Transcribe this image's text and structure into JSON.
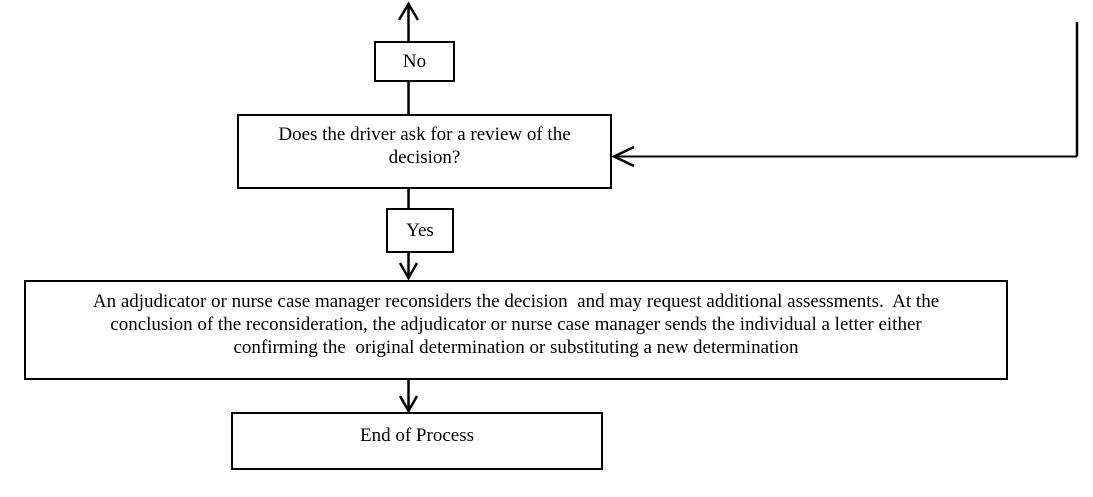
{
  "diagram": {
    "type": "flowchart",
    "background_color": "#ffffff",
    "line_color": "#000000",
    "text_color": "#000000",
    "nodes": {
      "no": {
        "label": "No",
        "shape": "rectangle"
      },
      "decision": {
        "label_lines": [
          "Does the driver ask for a review of the",
          "decision?"
        ],
        "shape": "rectangle"
      },
      "yes": {
        "label": "Yes",
        "shape": "rectangle"
      },
      "reconsideration": {
        "label_lines": [
          "An adjudicator or nurse case manager reconsiders the decision  and may request additional assessments.  At the",
          "conclusion of the reconsideration, the adjudicator or nurse case manager sends the individual a letter either",
          "confirming the  original determination or substituting a new determination"
        ],
        "shape": "rectangle"
      },
      "end": {
        "label": "End of Process",
        "shape": "rectangle"
      }
    },
    "edges": [
      {
        "from": "decision",
        "via": "no",
        "to": "off-page-top",
        "direction": "up",
        "arrowhead": "open"
      },
      {
        "from": "off-page-right",
        "to": "decision",
        "direction": "left",
        "arrowhead": "open"
      },
      {
        "from": "decision",
        "via": "yes",
        "to": "reconsideration",
        "direction": "down",
        "arrowhead": "open"
      },
      {
        "from": "reconsideration",
        "to": "end",
        "direction": "down",
        "arrowhead": "open"
      }
    ]
  }
}
